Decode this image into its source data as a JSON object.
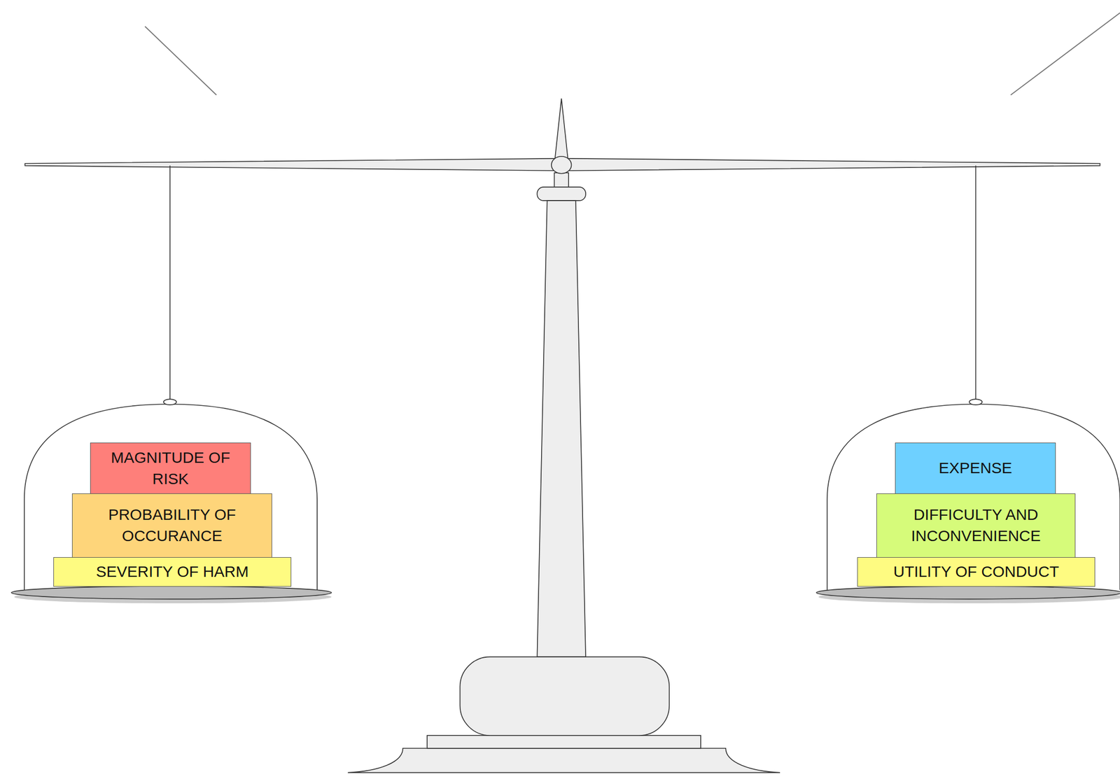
{
  "diagram": {
    "nodes": [
      {
        "text": [
          "MAGNITUDE OF RISK"
        ]
      },
      {
        "text": [
          "PROBABILITY OF OCCURANCE"
        ]
      },
      {
        "text": [
          "SEVERITY OF HARM"
        ]
      },
      {
        "text": [
          "EXPENSE"
        ]
      },
      {
        "text": [
          "DIFFICULTY AND INCONVENIENCE"
        ]
      },
      {
        "text": [
          "UTILITY OF CONDUCT"
        ]
      }
    ]
  }
}
